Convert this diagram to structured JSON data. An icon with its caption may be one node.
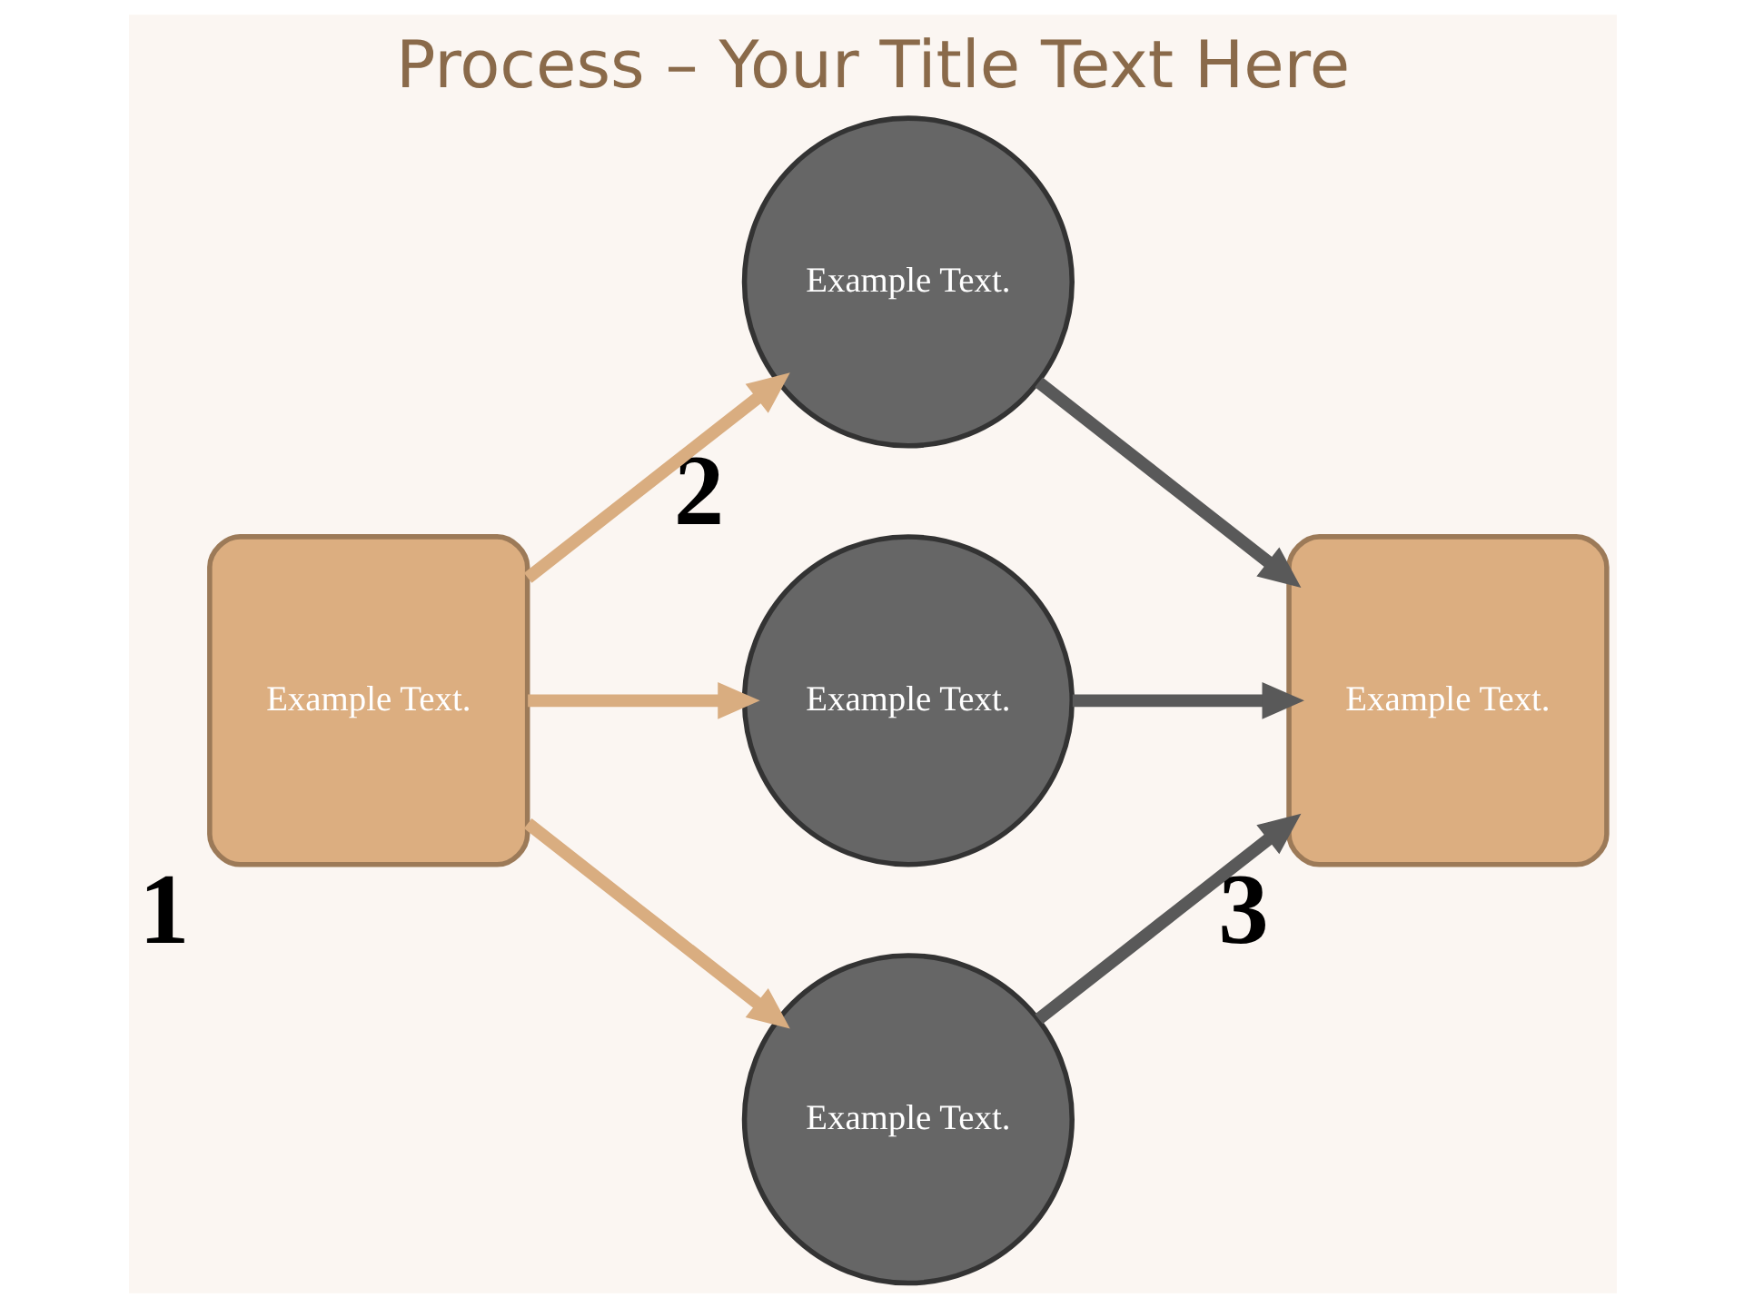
{
  "diagram": {
    "title": "Process – Your Title Text Here",
    "nodes": [
      {
        "text": [
          "Example Text."
        ],
        "beside": [
          "1"
        ]
      },
      {
        "text": [
          "Example Text."
        ],
        "beside": [
          "2"
        ]
      },
      {
        "text": [
          "Example Text."
        ]
      },
      {
        "text": [
          "Example Text."
        ]
      },
      {
        "text": [
          "Example Text."
        ],
        "beside": [
          "3"
        ]
      }
    ],
    "edges": [
      {
        "from": 0,
        "to": 1,
        "arrow": "to",
        "color": "#d9ad80"
      },
      {
        "from": 0,
        "to": 2,
        "arrow": "to",
        "color": "#d9ad80"
      },
      {
        "from": 0,
        "to": 3,
        "arrow": "to",
        "color": "#d9ad80"
      },
      {
        "from": 1,
        "to": 4,
        "arrow": "to",
        "color": "#595959"
      },
      {
        "from": 2,
        "to": 4,
        "arrow": "to",
        "color": "#595959"
      },
      {
        "from": 3,
        "to": 4,
        "arrow": "to",
        "color": "#595959"
      }
    ]
  }
}
